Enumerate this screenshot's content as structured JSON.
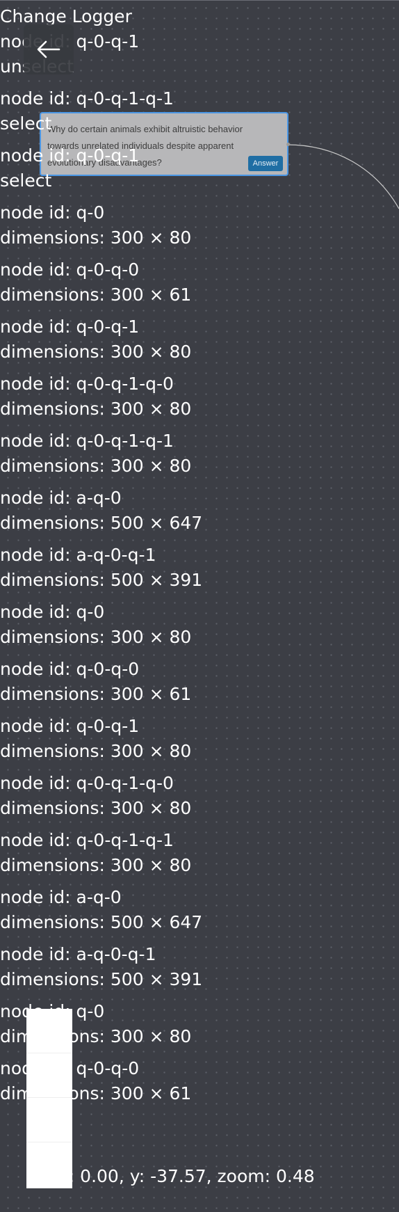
{
  "logger": {
    "title": "Change Logger",
    "entries": [
      {
        "line1": "node id: q-0-q-1",
        "line2": "unselect"
      },
      {
        "line1": "node id: q-0-q-1-q-1",
        "line2": "select"
      },
      {
        "line1": "node id: q-0-q-1",
        "line2": "select"
      },
      {
        "line1": "node id: q-0",
        "line2": "dimensions: 300 × 80"
      },
      {
        "line1": "node id: q-0-q-0",
        "line2": "dimensions: 300 × 61"
      },
      {
        "line1": "node id: q-0-q-1",
        "line2": "dimensions: 300 × 80"
      },
      {
        "line1": "node id: q-0-q-1-q-0",
        "line2": "dimensions: 300 × 80"
      },
      {
        "line1": "node id: q-0-q-1-q-1",
        "line2": "dimensions: 300 × 80"
      },
      {
        "line1": "node id: a-q-0",
        "line2": "dimensions: 500 × 647"
      },
      {
        "line1": "node id: a-q-0-q-1",
        "line2": "dimensions: 500 × 391"
      },
      {
        "line1": "node id: q-0",
        "line2": "dimensions: 300 × 80"
      },
      {
        "line1": "node id: q-0-q-0",
        "line2": "dimensions: 300 × 61"
      },
      {
        "line1": "node id: q-0-q-1",
        "line2": "dimensions: 300 × 80"
      },
      {
        "line1": "node id: q-0-q-1-q-0",
        "line2": "dimensions: 300 × 80"
      },
      {
        "line1": "node id: q-0-q-1-q-1",
        "line2": "dimensions: 300 × 80"
      },
      {
        "line1": "node id: a-q-0",
        "line2": "dimensions: 500 × 647"
      },
      {
        "line1": "node id: a-q-0-q-1",
        "line2": "dimensions: 500 × 391"
      },
      {
        "line1": "node id: q-0",
        "line2": "dimensions: 300 × 80"
      },
      {
        "line1": "node id: q-0-q-0",
        "line2": "dimensions: 300 × 61"
      }
    ]
  },
  "node": {
    "question": "Why do certain animals exhibit altruistic behavior towards unrelated individuals despite apparent evolutionary disadvantages?",
    "answer_label": "Answer"
  },
  "viewport": {
    "readout": "x: 0.00, y: -37.57, zoom: 0.48"
  },
  "icons": {
    "back": "arrow-left-icon"
  },
  "colors": {
    "canvas_background": "#3c3e45",
    "node_border": "#4a96e4",
    "answer_button": "#1f6ea4"
  }
}
